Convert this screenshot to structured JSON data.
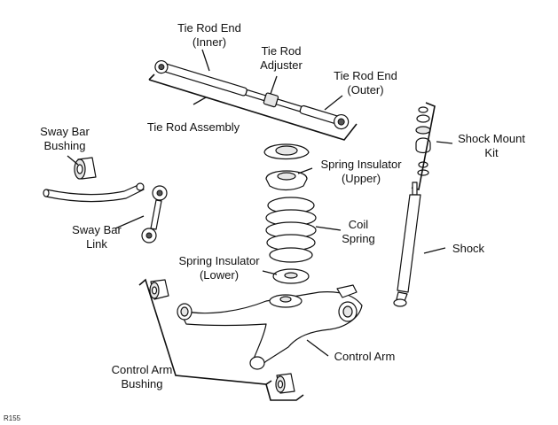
{
  "labels": {
    "tie_rod_end_inner": [
      "Tie Rod End",
      "(Inner)"
    ],
    "tie_rod_adjuster": [
      "Tie Rod",
      "Adjuster"
    ],
    "tie_rod_end_outer": [
      "Tie Rod End",
      "(Outer)"
    ],
    "tie_rod_assembly": [
      "Tie Rod Assembly"
    ],
    "sway_bar_bushing": [
      "Sway Bar",
      "Bushing"
    ],
    "sway_bar_link": [
      "Sway Bar",
      "Link"
    ],
    "spring_insulator_upper": [
      "Spring Insulator",
      "(Upper)"
    ],
    "coil_spring": [
      "Coil",
      "Spring"
    ],
    "spring_insulator_lower": [
      "Spring Insulator",
      "(Lower)"
    ],
    "shock_mount_kit": [
      "Shock Mount",
      "Kit"
    ],
    "shock": [
      "Shock"
    ],
    "control_arm": [
      "Control Arm"
    ],
    "control_arm_bushing": [
      "Control Arm",
      "Bushing"
    ]
  },
  "figure_code": "R155"
}
